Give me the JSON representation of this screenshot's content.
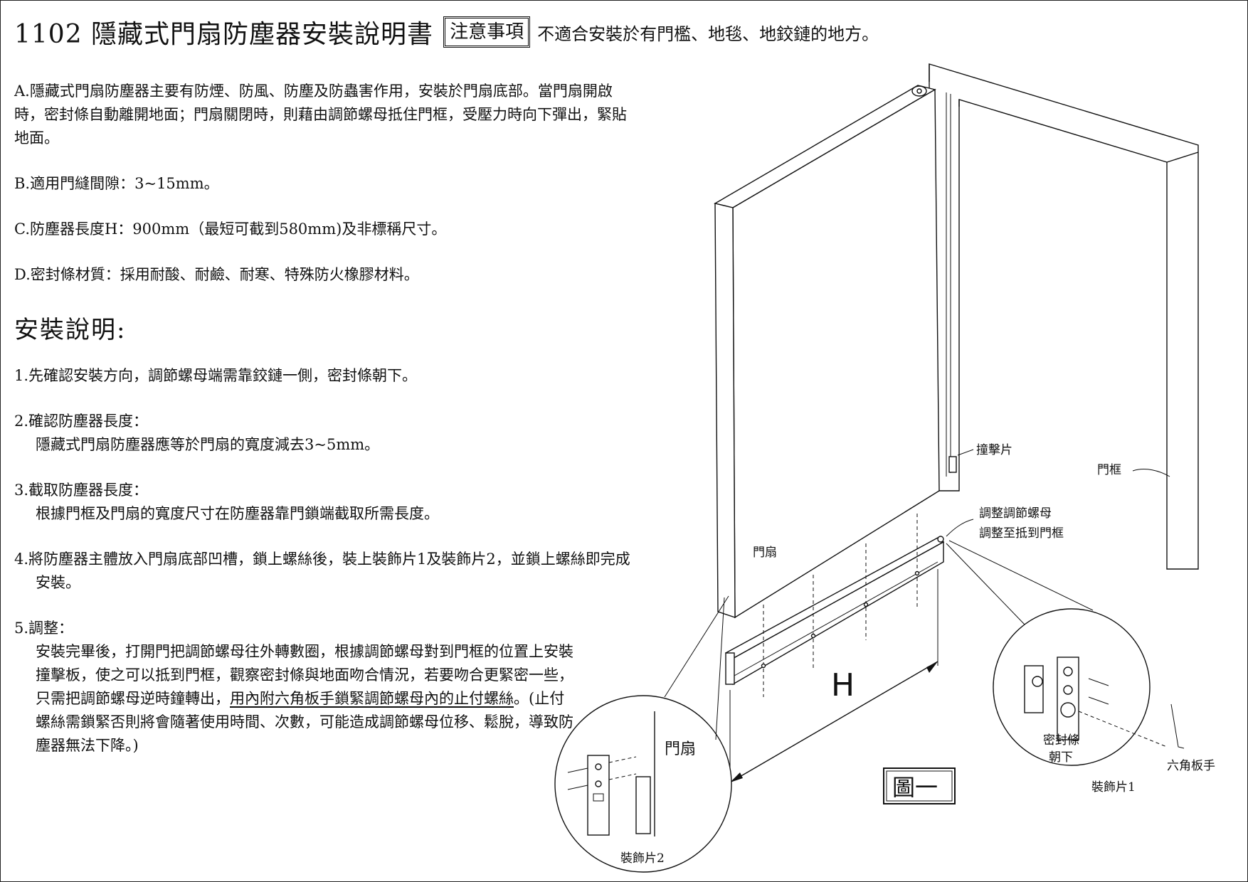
{
  "header": {
    "title": "1102 隱藏式門扇防塵器安裝說明書",
    "notice_label": "注意事項",
    "notice_text": "不適合安裝於有門檻、地毯、地鉸鏈的地方。"
  },
  "intro": {
    "a": "A.隱藏式門扇防塵器主要有防煙、防風、防塵及防蟲害作用，安裝於門扇底部。當門扇開啟時，密封條自動離開地面；門扇關閉時，則藉由調節螺母抵住門框，受壓力時向下彈出，緊貼地面。",
    "b": "B.適用門縫間隙：3~15mm。",
    "c": "C.防塵器長度H：900mm（最短可截到580mm)及非標稱尺寸。",
    "d": "D.密封條材質：採用耐酸、耐鹼、耐寒、特殊防火橡膠材料。"
  },
  "install": {
    "heading": "安裝說明:",
    "step1": "1.先確認安裝方向，調節螺母端需靠鉸鏈一側，密封條朝下。",
    "step2_title": "2.確認防塵器長度：",
    "step2_body": "隱藏式門扇防塵器應等於門扇的寬度減去3~5mm。",
    "step3_title": "3.截取防塵器長度：",
    "step3_body": "根據門框及門扇的寬度尺寸在防塵器靠門鎖端截取所需長度。",
    "step4": "4.將防塵器主體放入門扇底部凹槽，鎖上螺絲後，裝上裝飾片1及裝飾片2，並鎖上螺絲即完成安裝。",
    "step5_title": "5.調整：",
    "step5_body_a": "安裝完畢後，打開門把調節螺母往外轉數圈，根據調節螺母對到門框的位置上安裝撞擊板，使之可以抵到門框，觀察密封條與地面吻合情況，若要吻合更緊密一些，只需把調節螺母逆時鐘轉出，",
    "step5_body_u": "用內附六角板手鎖緊調節螺母內的止付螺絲",
    "step5_body_b": "。(止付螺絲需鎖緊否則將會隨著使用時間、次數，可能造成調節螺母位移、鬆脫，導致防塵器無法下降。)"
  },
  "diagram": {
    "strike_plate": "撞擊片",
    "door_frame": "門框",
    "adjust_nut_1": "調整調節螺母",
    "adjust_nut_2": "調整至抵到門框",
    "door_leaf": "門扇",
    "door_leaf_detail": "門扇",
    "dimension": "H",
    "seal_1": "密封條",
    "seal_2": "朝下",
    "hex_key": "六角板手",
    "cover_1": "裝飾片1",
    "cover_2": "裝飾片2",
    "figure_label": "圖一"
  }
}
